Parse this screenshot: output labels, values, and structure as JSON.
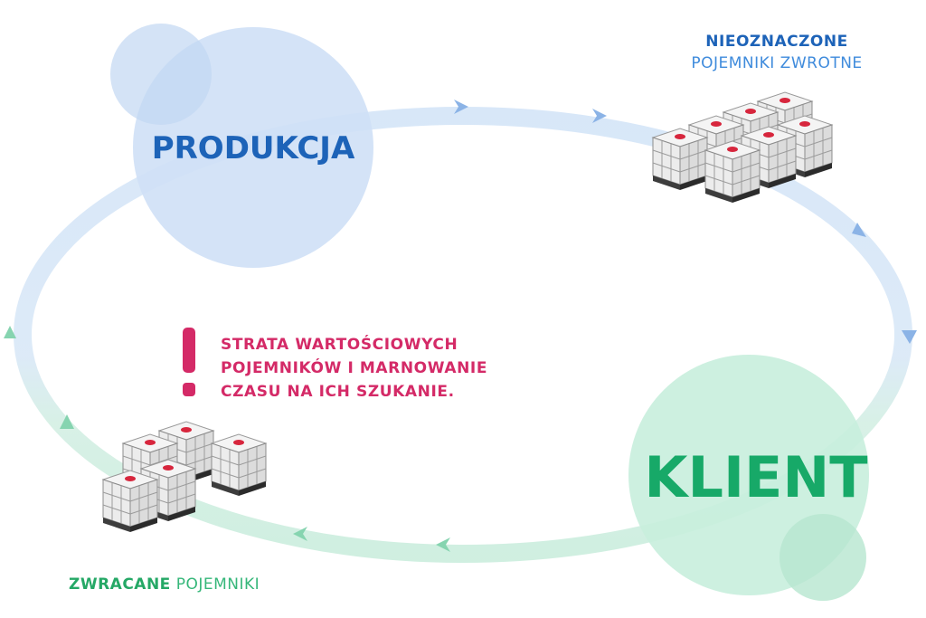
{
  "nodes": {
    "production": {
      "label": "PRODUKCJA",
      "color": "#1d63b8"
    },
    "client": {
      "label": "KLIENT",
      "color": "#17a968"
    }
  },
  "captions": {
    "unmarked_bold": "NIEOZNACZONE",
    "unmarked_rest": "POJEMNIKI ZWROTNE",
    "returned_bold": "ZWRACANE",
    "returned_rest": "POJEMNIKI"
  },
  "warning": {
    "line1": "STRATA WARTOŚCIOWYCH",
    "line2": "POJEMNIKÓW I MARNOWANIE",
    "line3": "CZASU NA ICH SZUKANIE.",
    "color": "#d42a67"
  },
  "colors": {
    "blue_flow": "#d6e6f8",
    "blue_circle": "#cfe0f6",
    "green_flow": "#d3f1e4",
    "green_circle": "#c8eedd"
  },
  "icons": [
    "ibc-container-stack-icon",
    "arrow-chevron-icon",
    "exclamation-icon"
  ]
}
